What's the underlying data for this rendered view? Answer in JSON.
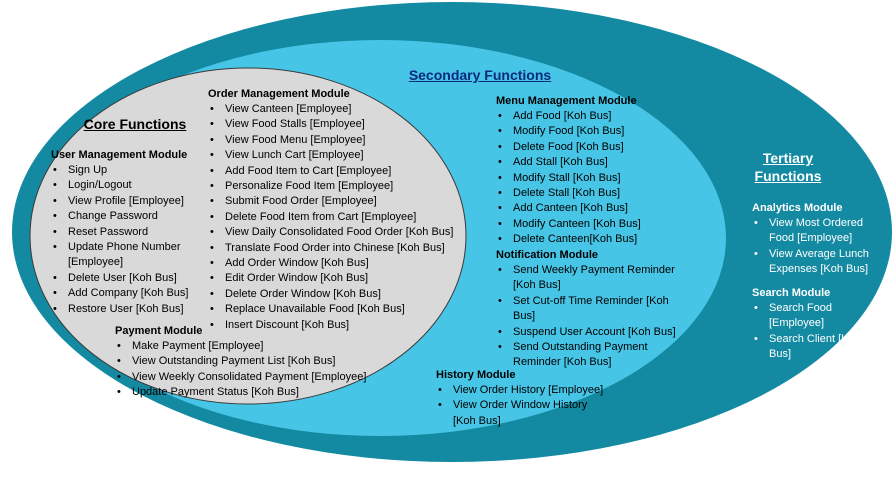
{
  "colors": {
    "outer": "#138aa1",
    "secondary": "#47c5e6",
    "core": "#d9d9d9",
    "tertiary_title": "#ffffff",
    "secondary_title": "#0a2a80",
    "core_title": "#000000"
  },
  "tertiary": {
    "title": "Tertiary Functions",
    "analytics": {
      "heading": "Analytics Module",
      "items": [
        "View Most Ordered Food [Employee]",
        "View Average Lunch Expenses [Koh Bus]"
      ]
    },
    "search": {
      "heading": "Search Module",
      "items": [
        "Search Food [Employee]",
        "Search Client [Koh Bus]"
      ]
    }
  },
  "secondary": {
    "title": "Secondary Functions",
    "menu": {
      "heading": "Menu Management Module",
      "items": [
        "Add Food [Koh Bus]",
        "Modify Food [Koh Bus]",
        "Delete Food [Koh Bus]",
        "Add Stall [Koh Bus]",
        "Modify Stall [Koh Bus]",
        "Delete Stall [Koh Bus]",
        "Add Canteen  [Koh Bus]",
        "Modify Canteen [Koh Bus]",
        "Delete Canteen[Koh Bus]"
      ]
    },
    "notification": {
      "heading": "Notification Module",
      "items": [
        "Send Weekly Payment Reminder [Koh Bus]",
        "Set Cut-off Time Reminder [Koh Bus]",
        "Suspend User Account [Koh Bus]",
        "Send Outstanding Payment Reminder [Koh Bus]"
      ]
    },
    "history": {
      "heading": "History Module",
      "items": [
        "View Order History [Employee]",
        "View Order Window History [Koh Bus]"
      ]
    }
  },
  "core": {
    "title": "Core Functions",
    "user": {
      "heading": "User Management Module",
      "items": [
        "Sign Up",
        "Login/Logout",
        "View Profile [Employee]",
        "Change Password",
        "Reset Password",
        "Update Phone Number [Employee]",
        "Delete User [Koh Bus]",
        "Add Company [Koh Bus]",
        "Restore User [Koh Bus]"
      ]
    },
    "order": {
      "heading": "Order Management Module",
      "items": [
        "View Canteen [Employee]",
        "View Food Stalls [Employee]",
        "View Food Menu [Employee]",
        "View Lunch Cart [Employee]",
        "Add Food Item to Cart [Employee]",
        "Personalize Food Item [Employee]",
        "Submit Food Order [Employee]",
        "Delete Food Item from Cart [Employee]",
        "View Daily Consolidated Food Order [Koh Bus]",
        "Translate Food Order into Chinese [Koh Bus]",
        "Add Order Window [Koh Bus]",
        "Edit Order Window [Koh Bus]",
        "Delete Order Window [Koh Bus]",
        "Replace Unavailable Food [Koh Bus]",
        "Insert Discount [Koh Bus]"
      ]
    },
    "payment": {
      "heading": "Payment Module",
      "items": [
        "Make Payment [Employee]",
        "View Outstanding Payment List [Koh Bus]",
        "View Weekly Consolidated Payment [Employee]",
        "Update Payment Status [Koh Bus]"
      ]
    }
  }
}
